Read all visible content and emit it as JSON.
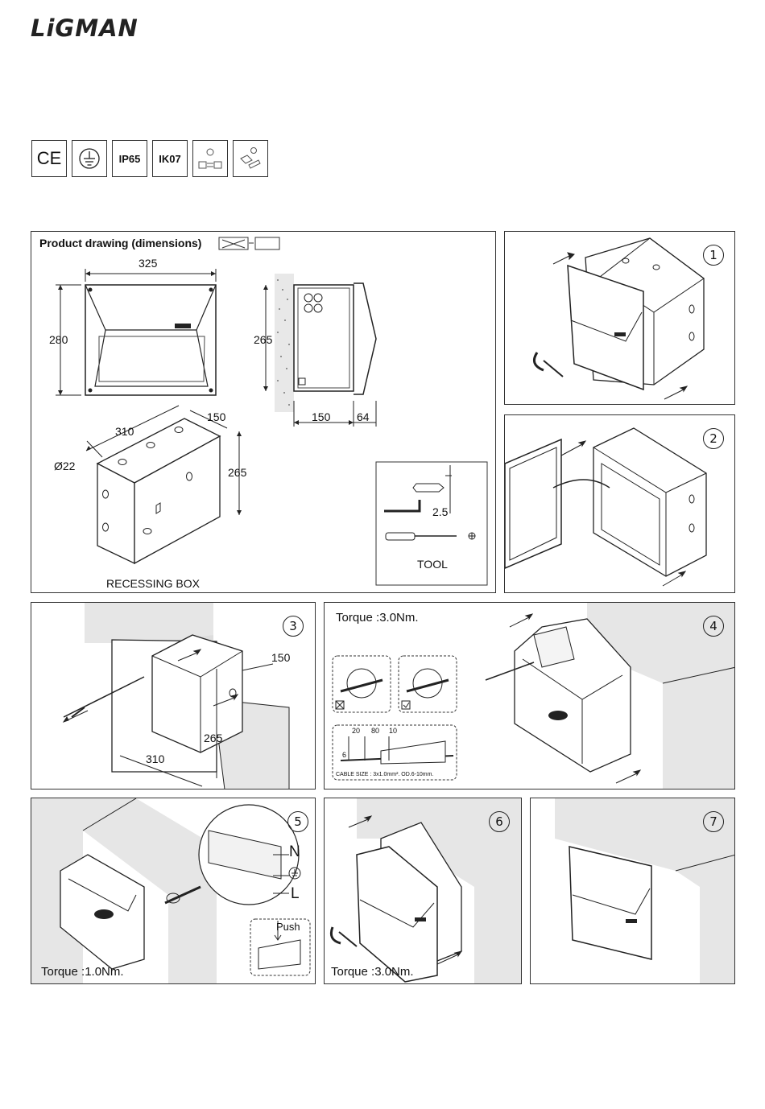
{
  "brand": {
    "logo": "LiGMAN"
  },
  "certifications": [
    {
      "icon": "ce-mark-icon",
      "label": "CE"
    },
    {
      "icon": "earth-ground-icon",
      "label": ""
    },
    {
      "icon": "ip-rating-icon",
      "label": "IP65"
    },
    {
      "icon": "ik-rating-icon",
      "label": "IK07"
    },
    {
      "icon": "driver-voltage-icon",
      "label": ""
    },
    {
      "icon": "installation-icon",
      "label": ""
    }
  ],
  "product_drawing": {
    "title": "Product drawing (dimensions)",
    "front_width": "325",
    "front_height": "280",
    "side_height": "265",
    "side_depth": "150",
    "side_projection": "64",
    "box_depth": "150",
    "box_width": "310",
    "box_height": "265",
    "box_hole": "Ø22",
    "box_label": "RECESSING BOX",
    "tool_size": "2.5",
    "tool_label": "TOOL"
  },
  "steps": {
    "s1": "1",
    "s2": "2",
    "s3": "3",
    "s4": "4",
    "s5": "5",
    "s6": "6",
    "s7": "7"
  },
  "step3": {
    "depth": "150",
    "width": "310",
    "height": "265"
  },
  "step4": {
    "torque": "Torque :3.0Nm.",
    "strip_1": "20",
    "strip_2": "80",
    "strip_3": "10",
    "strip_4": "6",
    "cable_size": "CABLE SIZE : 3x1.0mm². OD.6-10mm."
  },
  "step5": {
    "torque": "Torque :1.0Nm.",
    "neutral": "N",
    "live": "L",
    "push": "Push"
  },
  "step6": {
    "torque": "Torque :3.0Nm."
  }
}
